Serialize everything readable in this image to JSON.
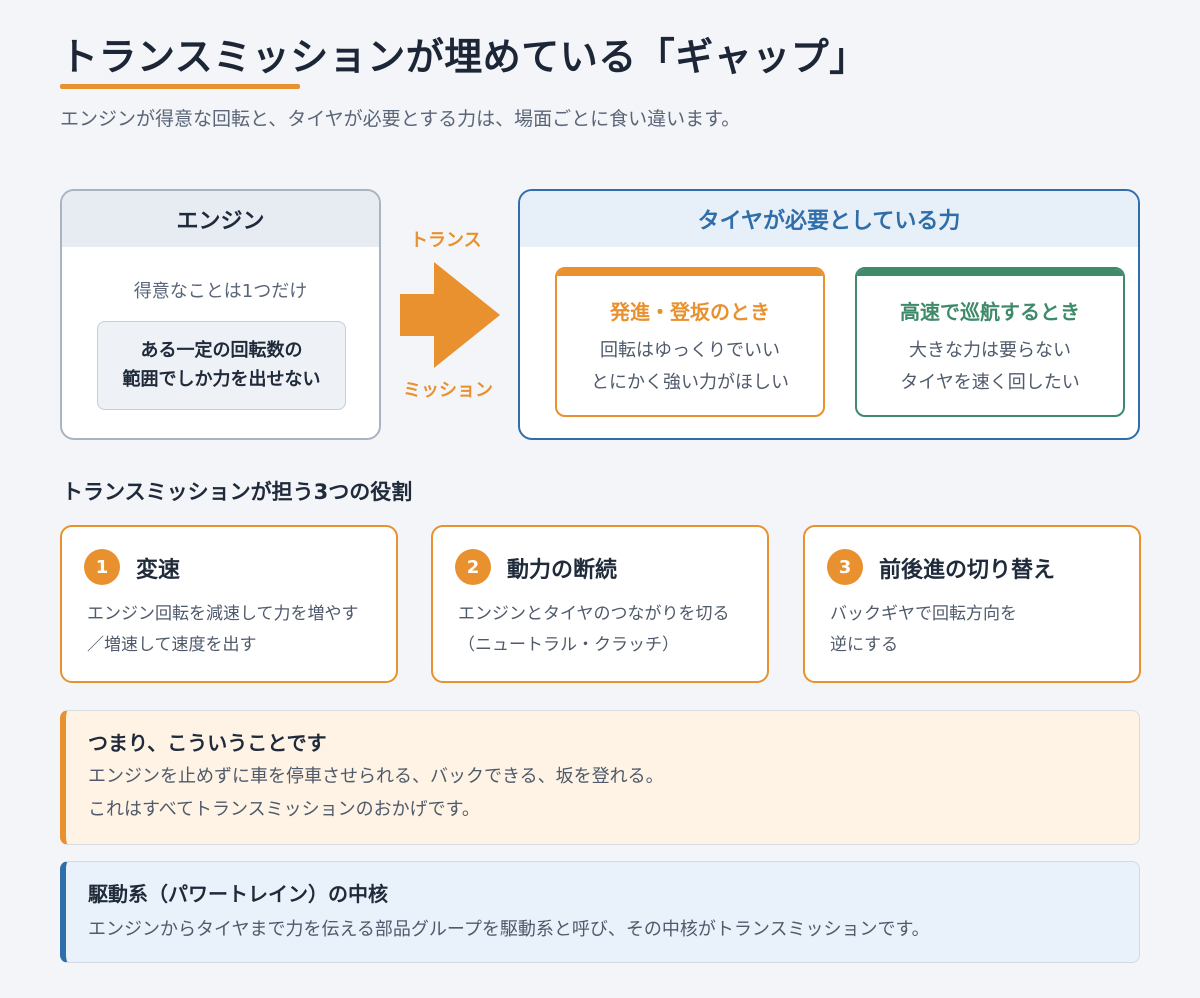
{
  "header": {
    "title": "トランスミッションが埋めている「ギャップ」",
    "subtitle": "エンジンが得意な回転と、タイヤが必要とする力は、場面ごとに食い違います。"
  },
  "engine": {
    "heading": "エンジン",
    "caption": "得意なことは1つだけ",
    "note_lines": [
      "ある一定の回転数の",
      "範囲でしか力を出せない"
    ]
  },
  "arrow": {
    "label_top": "トランス",
    "label_bottom": "ミッション",
    "color": "#e8912e"
  },
  "tire": {
    "heading": "タイヤが必要としている力",
    "scenes": [
      {
        "title": "発進・登坂のとき",
        "lines": [
          "回転はゆっくりでいい",
          "とにかく強い力がほしい"
        ],
        "color": "#e8912e"
      },
      {
        "title": "高速で巡航するとき",
        "lines": [
          "大きな力は要らない",
          "タイヤを速く回したい"
        ],
        "color": "#3f8a6a"
      }
    ]
  },
  "roles": {
    "heading": "トランスミッションが担う3つの役割",
    "items": [
      {
        "number": "1",
        "title": "変速",
        "lines": [
          "エンジン回転を減速して力を増やす",
          "／増速して速度を出す"
        ]
      },
      {
        "number": "2",
        "title": "動力の断続",
        "lines": [
          "エンジンとタイヤのつながりを切る",
          "（ニュートラル・クラッチ）"
        ]
      },
      {
        "number": "3",
        "title": "前後進の切り替え",
        "lines": [
          "バックギヤで回転方向を",
          "逆にする"
        ]
      }
    ]
  },
  "summary": {
    "title": "つまり、こういうことです",
    "lines": [
      "エンジンを止めずに車を停車させられる、バックできる、坂を登れる。",
      "これはすべてトランスミッションのおかげです。"
    ]
  },
  "core": {
    "title": "駆動系（パワートレイン）の中核",
    "text": "エンジンからタイヤまで力を伝える部品グループを駆動系と呼び、その中核がトランスミッションです。"
  }
}
